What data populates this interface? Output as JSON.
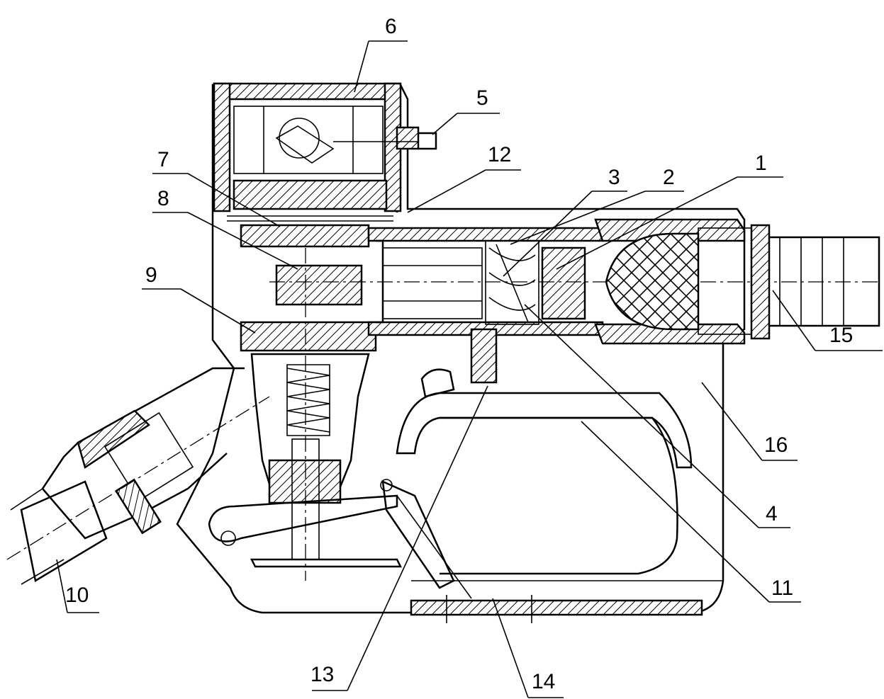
{
  "callouts": {
    "c1": "1",
    "c2": "2",
    "c3": "3",
    "c4": "4",
    "c5": "5",
    "c6": "6",
    "c7": "7",
    "c8": "8",
    "c9": "9",
    "c10": "10",
    "c11": "11",
    "c12": "12",
    "c13": "13",
    "c14": "14",
    "c15": "15",
    "c16": "16"
  },
  "colors": {
    "ink": "#000000",
    "paper": "#ffffff"
  }
}
